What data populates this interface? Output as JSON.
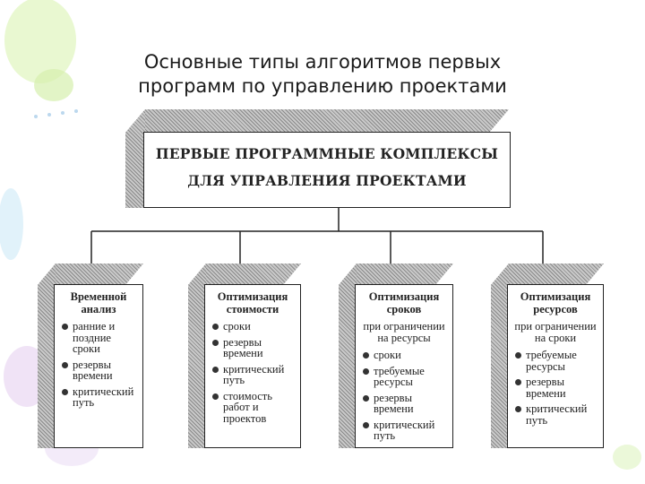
{
  "title": {
    "line1": "Основные типы алгоритмов первых",
    "line2": "программ по управлению проектами"
  },
  "main_box": {
    "line1": "ПЕРВЫЕ ПРОГРАММНЫЕ КОМПЛЕКСЫ",
    "line2": "ДЛЯ УПРАВЛЕНИЯ ПРОЕКТАМИ"
  },
  "columns": [
    {
      "heading": "Временной анализ",
      "note": "",
      "items": [
        "ранние и поздние сроки",
        "резервы времени",
        "критический путь"
      ]
    },
    {
      "heading": "Оптимизация стоимости",
      "note": "",
      "items": [
        "сроки",
        "резервы времени",
        "критический путь",
        "стоимость работ и проектов"
      ]
    },
    {
      "heading": "Оптимизация сроков",
      "note": "при ограничении на ресурсы",
      "items": [
        "сроки",
        "требуемые ресурсы",
        "резервы времени",
        "критический путь"
      ]
    },
    {
      "heading": "Оптимизация ресурсов",
      "note": "при ограничении на сроки",
      "items": [
        "требуемые ресурсы",
        "резервы времени",
        "критический путь"
      ]
    }
  ],
  "colors": {
    "ink": "#222222",
    "hatch": "#8a8a8a",
    "decor_green": "#d8f3b0",
    "decor_blue": "#cfe8f6",
    "decor_purple": "#e9d8f2"
  }
}
